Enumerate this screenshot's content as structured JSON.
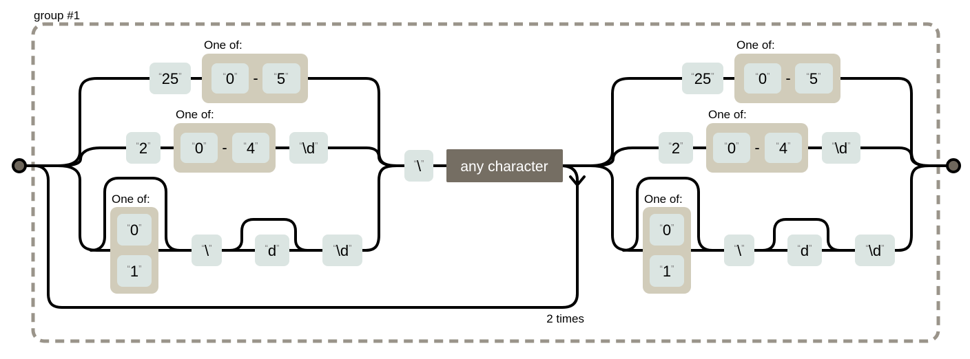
{
  "diagram": {
    "type": "regex-railroad",
    "group": {
      "label": "group #1"
    },
    "repeat": {
      "label": "2 times"
    },
    "labels": {
      "one_of": "One of:",
      "range_separator": "-"
    },
    "quotes": {
      "open": "“",
      "close": "”"
    },
    "nodes": {
      "alt1": {
        "literal": "25",
        "range_from": "0",
        "range_to": "5"
      },
      "alt2": {
        "literal": "2",
        "range_from": "0",
        "range_to": "4",
        "digit": "\\d"
      },
      "alt3": {
        "option_a": "0",
        "option_b": "1",
        "backslash": "\\",
        "d": "d",
        "digit": "\\d"
      },
      "separator": {
        "backslash": "\\",
        "any": "any character"
      }
    },
    "colors": {
      "rail": "#000000",
      "literal_box": "#dbe5e2",
      "class_box": "#d1ccba",
      "any_box": "#756e63",
      "group_border": "#9a948a",
      "terminal": "#6e675c",
      "quote": "#7f7f7f"
    }
  }
}
